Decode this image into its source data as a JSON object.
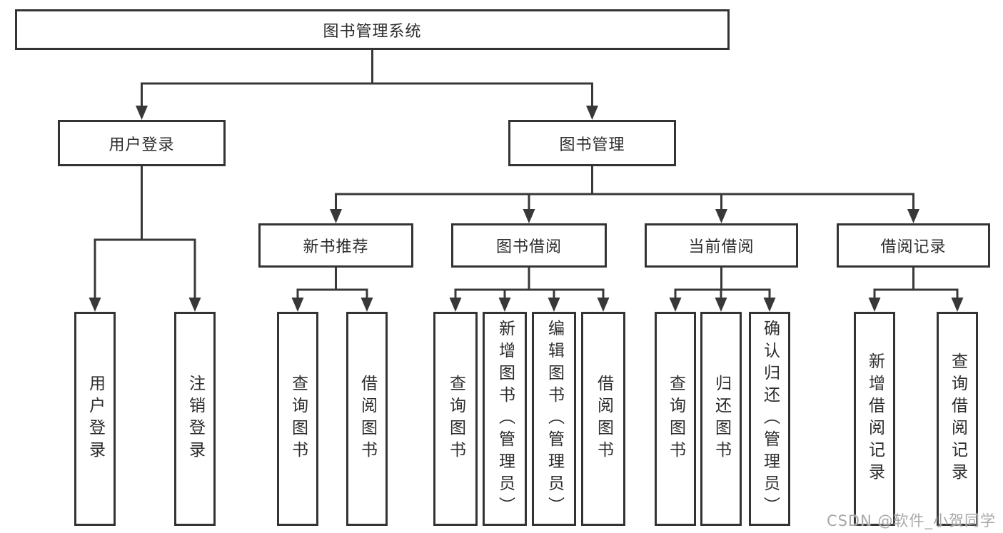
{
  "diagram": {
    "title": "图书管理系统",
    "level2": {
      "user_login": "用户登录",
      "book_mgmt": "图书管理"
    },
    "level3": {
      "new_book_rec": "新书推荐",
      "book_borrow": "图书借阅",
      "current_borrow": "当前借阅",
      "borrow_record": "借阅记录"
    },
    "leaves": {
      "user_login_leaf": "用户登录",
      "logout_leaf": "注销登录",
      "nb_query": "查询图书",
      "nb_borrow": "借阅图书",
      "bb_query": "查询图书",
      "bb_add": "新增图书（管理员）",
      "bb_edit": "编辑图书（管理员）",
      "bb_borrow": "借阅图书",
      "cb_query": "查询图书",
      "cb_return": "归还图书",
      "cb_confirm": "确认归还（管理员）",
      "br_add": "新增借阅记录",
      "br_query": "查询借阅记录"
    },
    "watermark": "CSDN @软件_小贺同学",
    "colors": {
      "line": "#383838",
      "border": "#333333",
      "text": "#2d2d2d",
      "watermark": "#a8a8a8",
      "background": "#ffffff"
    }
  }
}
